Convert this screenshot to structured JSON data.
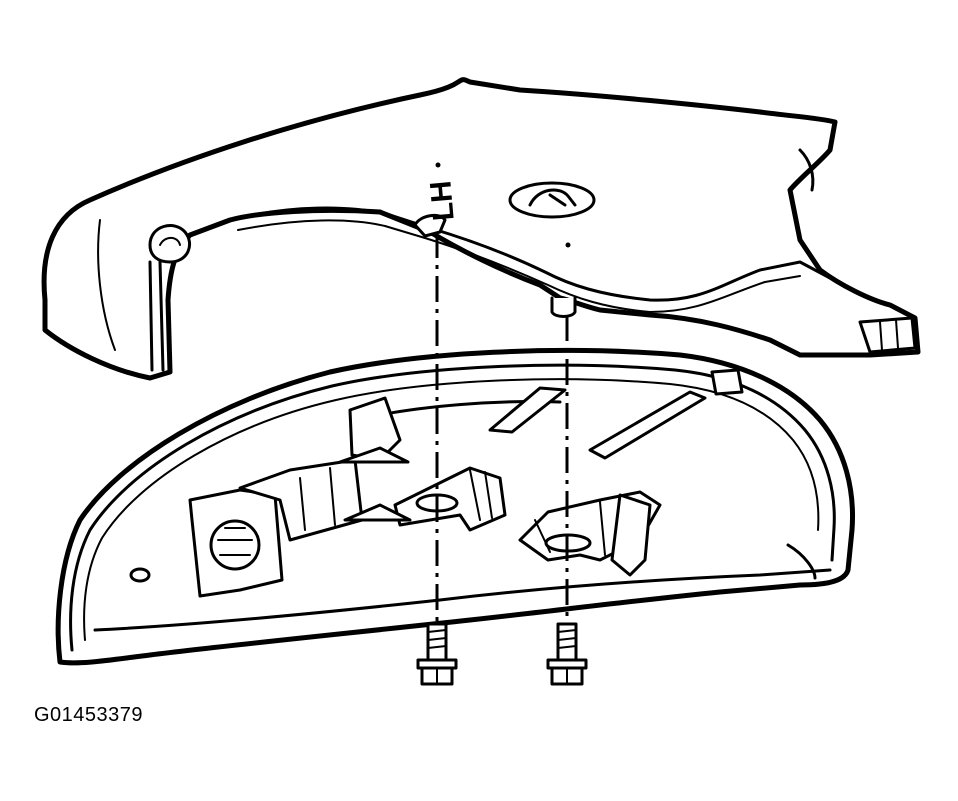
{
  "figure": {
    "id": "G01453379",
    "part_marking": "LH"
  },
  "colors": {
    "ink": "#000000",
    "background": "#ffffff"
  },
  "parts": [
    "upper-housing-cover",
    "lamp-housing",
    "screw-left",
    "screw-right"
  ]
}
